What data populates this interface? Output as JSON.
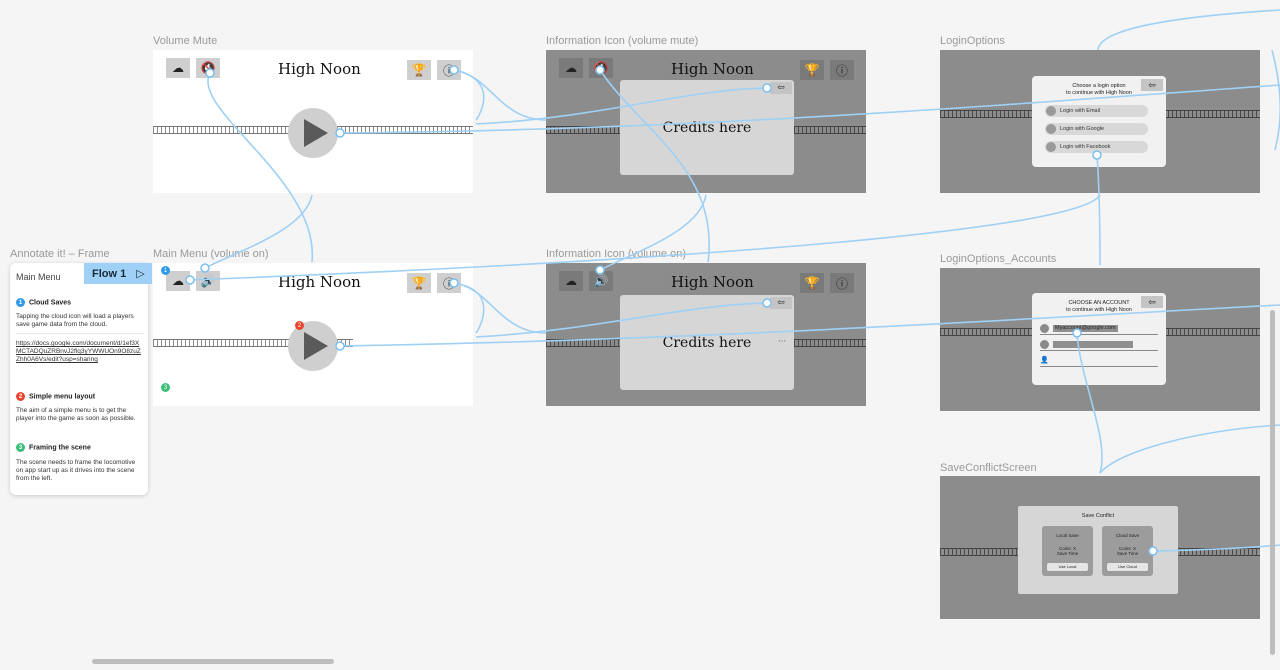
{
  "frames": {
    "volume_mute": {
      "label": "Volume Mute",
      "title": "High Noon"
    },
    "main_menu": {
      "label": "Main Menu (volume on)",
      "title": "High Noon"
    },
    "info_mute": {
      "label": "Information Icon (volume mute)",
      "title": "High Noon",
      "credits": "Credits here"
    },
    "info_on": {
      "label": "Information Icon (volume on)",
      "title": "High Noon",
      "credits": "Credits here",
      "more": "···"
    },
    "login_options": {
      "label": "LoginOptions",
      "heading": "Choose a login option",
      "subheading": "to continue with High Noon",
      "options": [
        "Login with Email",
        "Login with Google",
        "Login with Facebook"
      ]
    },
    "login_accounts": {
      "label": "LoginOptions_Accounts",
      "heading": "CHOOSE AN ACCOUNT",
      "subheading": "to continue with High Noon",
      "account1": "Myaccount@google.com"
    },
    "save_conflict": {
      "label": "SaveConflictScreen",
      "heading": "Save Conflict",
      "local": {
        "title": "Local Save",
        "detail1": "Coins: X",
        "detail2": "Save Time",
        "button": "Use Local"
      },
      "cloud": {
        "title": "Cloud Save",
        "detail1": "Coins: X",
        "detail2": "Save Time",
        "button": "Use Cloud"
      }
    }
  },
  "annotation": {
    "frame_label": "Annotate it! – Frame",
    "header": "Main Menu",
    "flow_label": "Flow 1",
    "notes": [
      {
        "num": "1",
        "color": "#2f9be8",
        "title": "Cloud Saves",
        "body": "Tapping the cloud icon will load a players save game data from the cloud.",
        "link": "https://docs.google.com/document/d/1ef3XMCTADQuZRBnvJ2flq3yYWWUOn9O8zuZZhh0A6Vs/edit?usp=sharing"
      },
      {
        "num": "2",
        "color": "#e8452f",
        "title": "Simple menu layout",
        "body": "The aim of a simple menu is to get the player into the game as soon as possible."
      },
      {
        "num": "3",
        "color": "#3bbf7a",
        "title": "Framing the scene",
        "body": "The scene needs to frame the locomotive on app start up as it drives into the scene from the left."
      }
    ]
  },
  "colors": {
    "wire": "#9fd0f5",
    "canvas": "#f5f5f5"
  }
}
